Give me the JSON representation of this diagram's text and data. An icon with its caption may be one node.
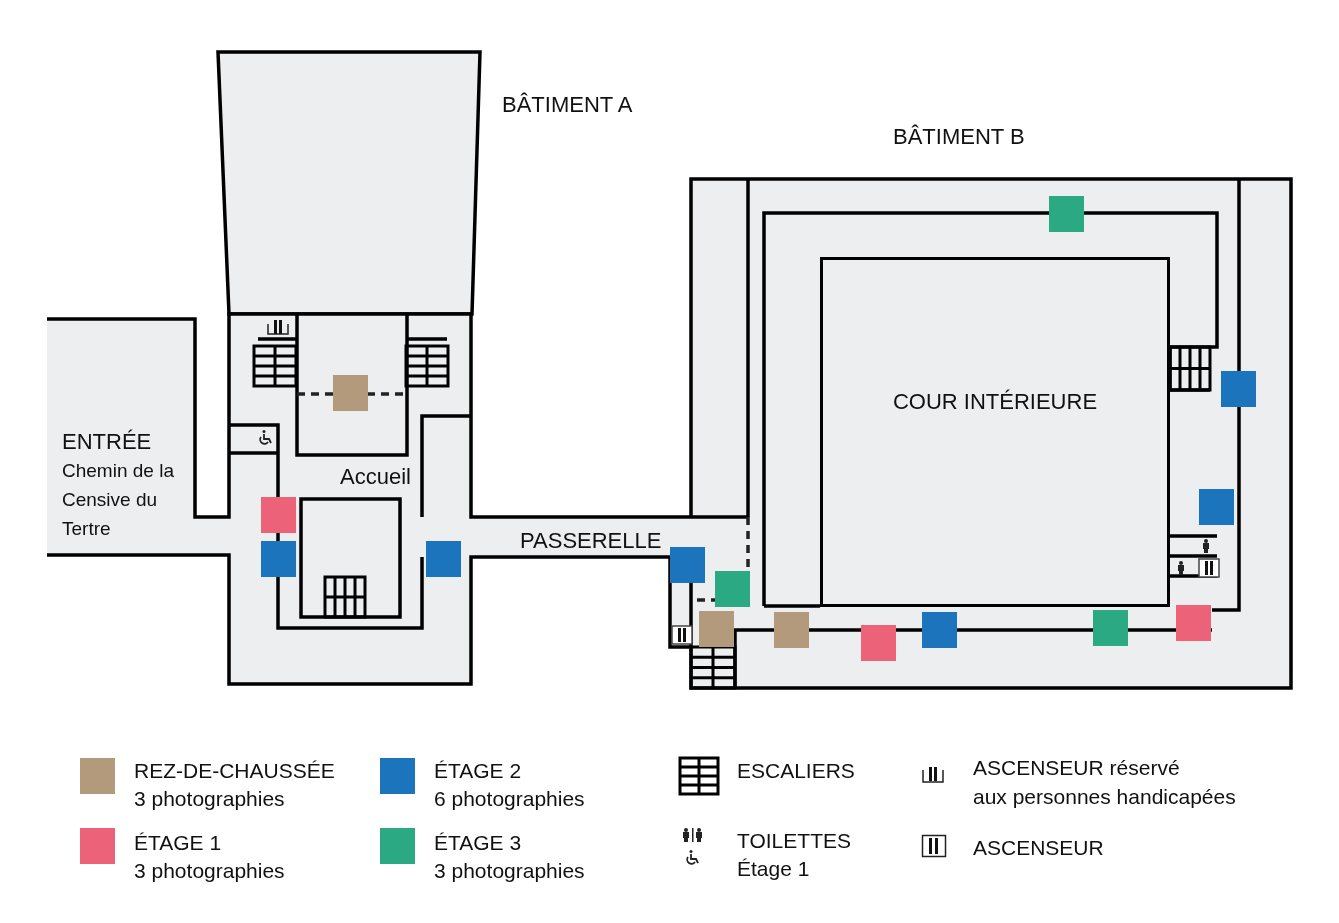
{
  "diagram": {
    "nodes": [
      {
        "text": [
          "COUR INTÉRIEURE"
        ]
      }
    ],
    "labels": [
      "BÂTIMENT A",
      "BÂTIMENT B",
      "ENTRÉE",
      "Chemin de la Censive du Tertre",
      "Accueil",
      "PASSERELLE",
      "3 photographies",
      "3 photographies",
      "6 photographies",
      "3 photographies",
      "Étage 1",
      "aux personnes handicapées"
    ],
    "legend": [
      {
        "text": "REZ-DE-CHAUSSÉE",
        "color": "#b39a7c"
      },
      {
        "text": "ÉTAGE 1",
        "color": "#ec6278"
      },
      {
        "text": "ÉTAGE 2",
        "color": "#1c75bc"
      },
      {
        "text": "ÉTAGE 3",
        "color": "#2aa982"
      },
      {
        "text": "ESCALIERS"
      },
      {
        "text": "TOILETTES"
      },
      {
        "text": "ASCENSEUR réservé"
      },
      {
        "text": "ASCENSEUR"
      }
    ]
  }
}
